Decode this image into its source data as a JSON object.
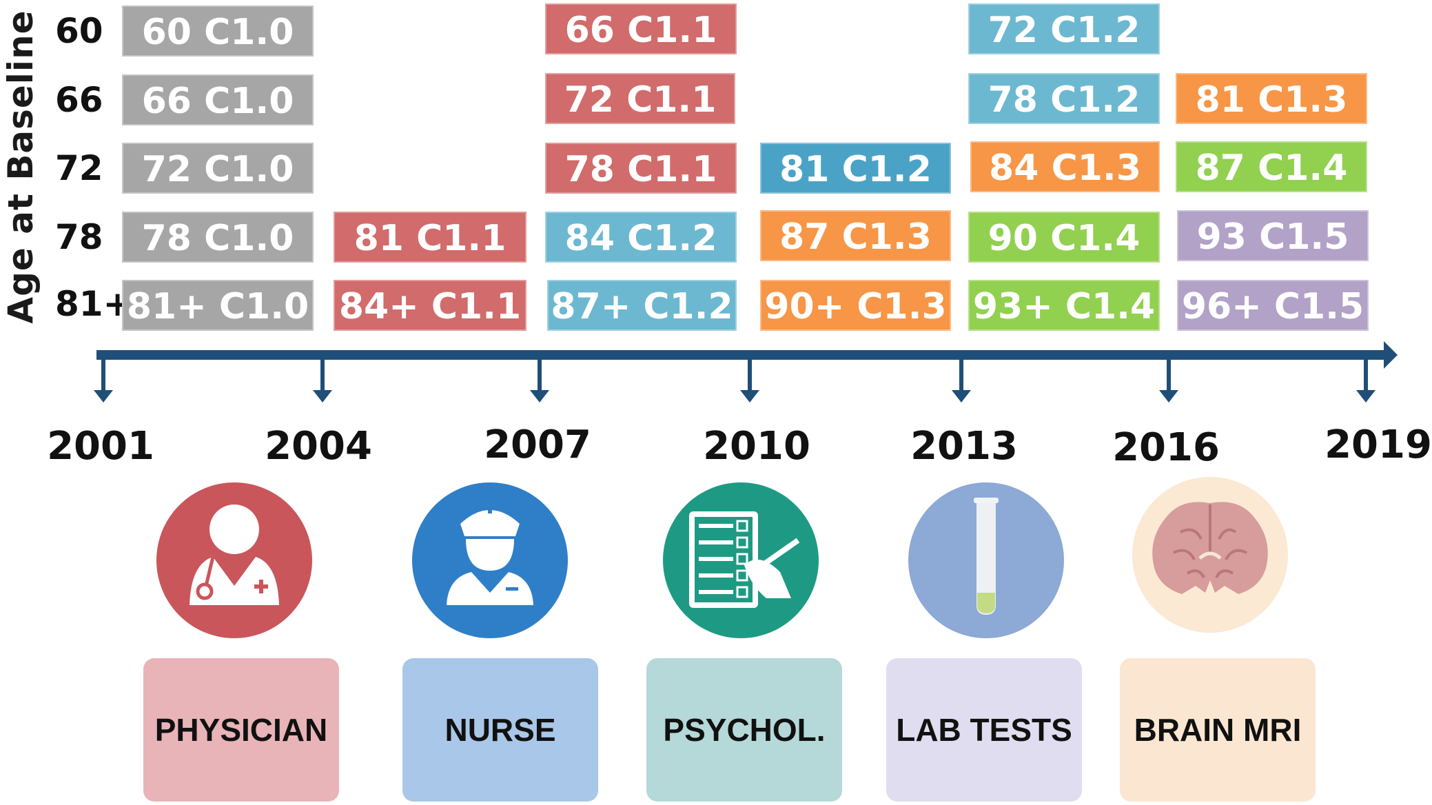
{
  "y_axis_label": "Age at Baseline",
  "age_groups": [
    "60",
    "66",
    "72",
    "78",
    "81+"
  ],
  "cohorts": [
    {
      "color": "#a6a6a6",
      "cells": [
        "60 C1.0",
        "66 C1.0",
        "72 C1.0",
        "78 C1.0",
        "81+ C1.0"
      ]
    },
    {
      "color": "#d26b6b",
      "cells": [
        "81 C1.1",
        "84+ C1.1"
      ]
    },
    {
      "color_primary": "#d26b6b",
      "color_secondary": "#6cb8d0",
      "cells": [
        "66 C1.1",
        "72 C1.1",
        "78 C1.1",
        "84 C1.2",
        "87+ C1.2"
      ]
    },
    {
      "color_primary": "#4aa3c6",
      "color_secondary": "#f79646",
      "cells": [
        "81 C1.2",
        "87 C1.3",
        "90+ C1.3"
      ]
    },
    {
      "cells": [
        "72 C1.2",
        "78 C1.2",
        "84 C1.3",
        "90 C1.4",
        "93+ C1.4"
      ]
    },
    {
      "cells": [
        "81 C1.3",
        "87 C1.4",
        "93 C1.5",
        "96+ C1.5"
      ]
    }
  ],
  "colors": {
    "gray": "#a6a6a6",
    "red": "#d26b6b",
    "blue": "#6cb8d0",
    "orange": "#f79646",
    "green": "#92d050",
    "purple": "#b2a2c7",
    "timeline": "#1f4e79"
  },
  "timeline": {
    "years": [
      "2001",
      "2004",
      "2007",
      "2010",
      "2013",
      "2016",
      "2019"
    ]
  },
  "roles": [
    {
      "label": "PHYSICIAN",
      "icon": "physician-icon",
      "box_color": "#e8b4b8",
      "icon_color": "#c9565a"
    },
    {
      "label": "NURSE",
      "icon": "nurse-icon",
      "box_color": "#a9c7e8",
      "icon_color": "#2f7fc8"
    },
    {
      "label": "PSYCHOL.",
      "icon": "psychology-checklist-icon",
      "box_color": "#b5d8d8",
      "icon_color": "#1e9a84"
    },
    {
      "label": "LAB TESTS",
      "icon": "test-tube-icon",
      "box_color": "#dfddef",
      "icon_color": "#8da9d6"
    },
    {
      "label": "BRAIN MRI",
      "icon": "brain-icon",
      "box_color": "#fbe6d2",
      "icon_color": "#fbe9d4"
    }
  ]
}
